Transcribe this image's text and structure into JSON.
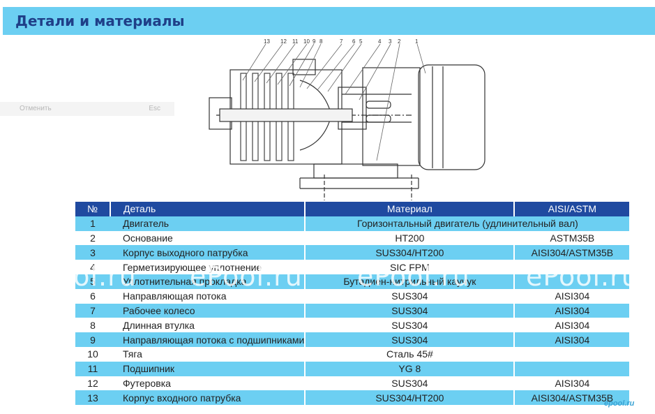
{
  "title": "Детали и материалы",
  "ghost_menu": {
    "cancel": "Отменить",
    "shortcut": "Esc"
  },
  "diagram_labels": [
    "13",
    "12",
    "11",
    "10",
    "9",
    "8",
    "7",
    "6",
    "5",
    "4",
    "3",
    "2",
    "1"
  ],
  "table": {
    "headers": [
      "№",
      "Деталь",
      "Материал",
      "AISI/ASTM"
    ],
    "rows": [
      {
        "n": "1",
        "part": "Двигатель",
        "material": "Горизонтальный двигатель (удлинительный вал)",
        "aisi": "",
        "merged": true
      },
      {
        "n": "2",
        "part": "Основание",
        "material": "HT200",
        "aisi": "ASTM35B"
      },
      {
        "n": "3",
        "part": "Корпус выходного патрубка",
        "material": "SUS304/HT200",
        "aisi": "AISI304/ASTM35B"
      },
      {
        "n": "4",
        "part": "Герметизирующее уплотнение",
        "material": "SIC FPM",
        "aisi": ""
      },
      {
        "n": "5",
        "part": "Уплотнительная прокладка",
        "material": "Бутадиен-нитрильный каучук",
        "aisi": ""
      },
      {
        "n": "6",
        "part": "Направляющая потока",
        "material": "SUS304",
        "aisi": "AISI304"
      },
      {
        "n": "7",
        "part": "Рабочее колесо",
        "material": "SUS304",
        "aisi": "AISI304"
      },
      {
        "n": "8",
        "part": "Длинная втулка",
        "material": "SUS304",
        "aisi": "AISI304"
      },
      {
        "n": "9",
        "part": "Направляющая потока с подшипниками",
        "material": "SUS304",
        "aisi": "AISI304"
      },
      {
        "n": "10",
        "part": "Тяга",
        "material": "Сталь 45#",
        "aisi": ""
      },
      {
        "n": "11",
        "part": "Подшипник",
        "material": "YG 8",
        "aisi": ""
      },
      {
        "n": "12",
        "part": "Футеровка",
        "material": "SUS304",
        "aisi": "AISI304"
      },
      {
        "n": "13",
        "part": "Корпус входного патрубка",
        "material": "SUS304/HT200",
        "aisi": "AISI304/ASTM35B"
      }
    ]
  },
  "watermark": "ePool.ru",
  "brand": "epool.ru",
  "colors": {
    "header_bg": "#6ccff2",
    "title": "#1f3f88",
    "table_head": "#1f4aa0",
    "row_alt": "#6ccff2"
  }
}
